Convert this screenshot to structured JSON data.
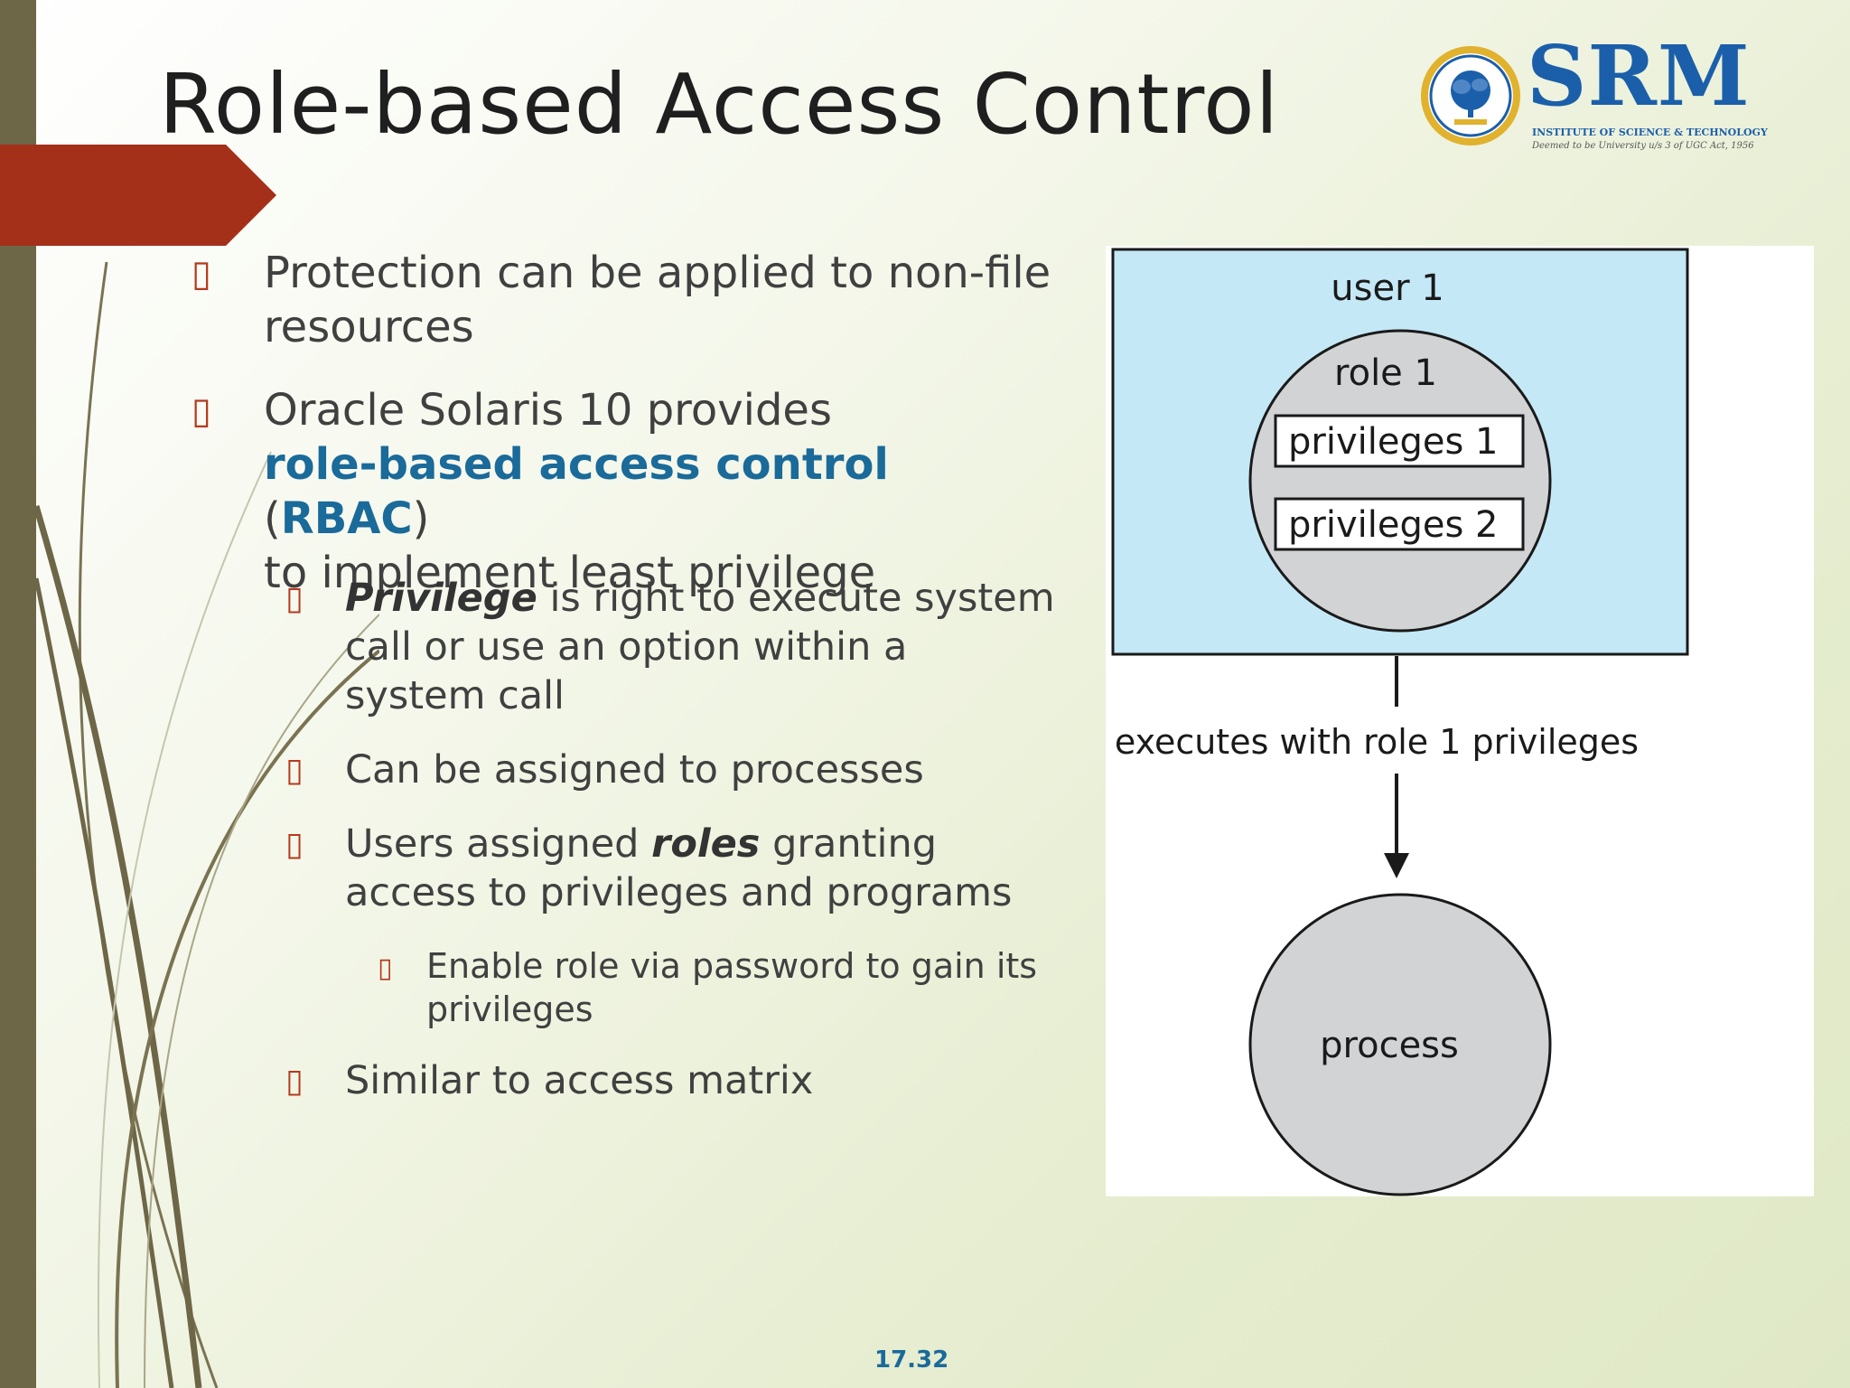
{
  "slide": {
    "title": "Role-based Access Control",
    "page_number": "17.32"
  },
  "logo": {
    "name": "SRM",
    "subtitle": "INSTITUTE OF SCIENCE & TECHNOLOGY",
    "tagline": "Deemed to be University u/s 3 of UGC Act, 1956"
  },
  "bullet_marker": "▯",
  "bullets": {
    "b1": {
      "text": "Protection can be applied to non-file resources"
    },
    "b2": {
      "prefix": "Oracle Solaris 10 provides",
      "keyword": "role-based access control",
      "open_paren": "(",
      "acronym": "RBAC",
      "close_paren": ")",
      "suffix": "to implement least privilege"
    },
    "b3": {
      "term": "Privilege",
      "text": "is right to execute system call or use an option within a system call"
    },
    "b4": {
      "text": "Can be assigned to processes"
    },
    "b5": {
      "prefix": "Users assigned",
      "term": "roles",
      "text": "granting access to privileges and programs"
    },
    "b6": {
      "text": "Enable role via password to gain its privileges"
    },
    "b7": {
      "text": "Similar to access matrix"
    }
  },
  "diagram": {
    "user_label": "user 1",
    "role_label": "role 1",
    "privileges": [
      "privileges 1",
      "privileges 2"
    ],
    "arrow_label": "executes with role 1 privileges",
    "process_label": "process",
    "colors": {
      "user_box": "#c5e8f7",
      "circle": "#d2d3d5",
      "stroke": "#1a1a1a"
    }
  }
}
